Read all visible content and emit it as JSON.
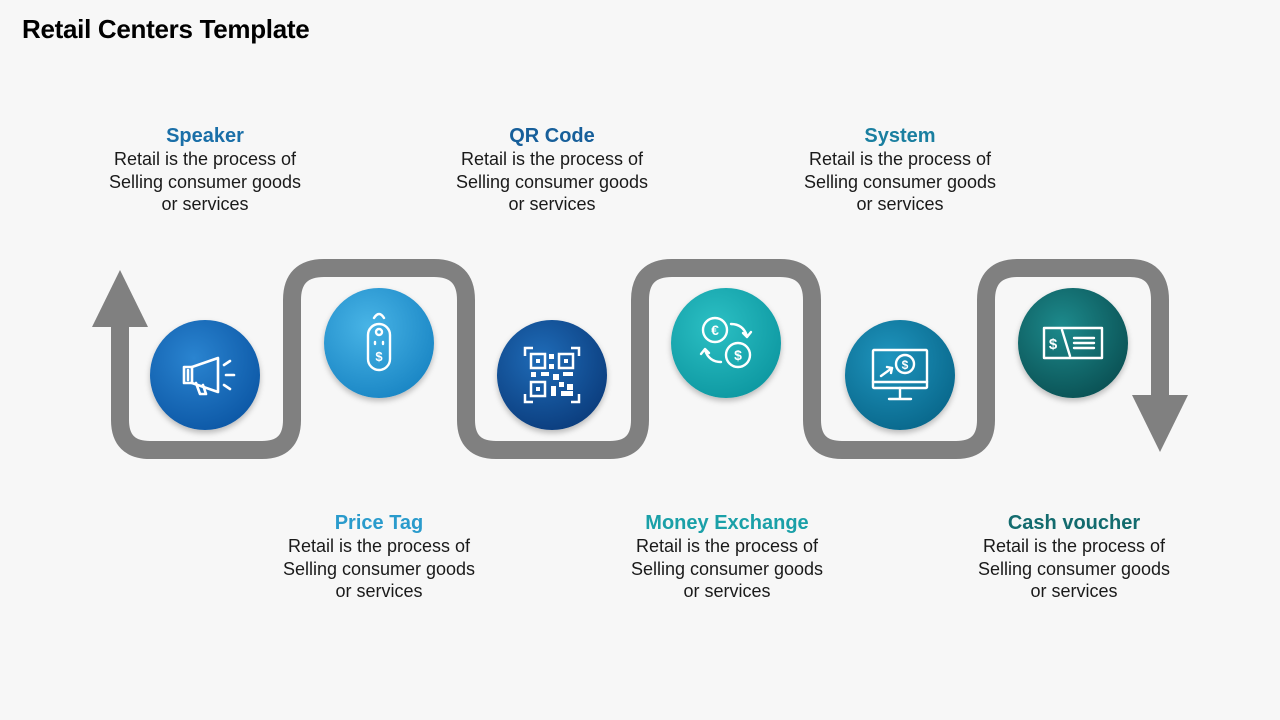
{
  "title": "Retail Centers Template",
  "steps": [
    {
      "title": "Speaker",
      "desc": "Retail is the process of Selling consumer goods or services",
      "color": "#1a6fa8",
      "icon": "megaphone-icon"
    },
    {
      "title": "Price Tag",
      "desc": "Retail is the process of Selling consumer goods or services",
      "color": "#2a9bcc",
      "icon": "price-tag-icon"
    },
    {
      "title": "QR Code",
      "desc": "Retail is the process of Selling consumer goods or services",
      "color": "#175f9a",
      "icon": "qr-code-icon"
    },
    {
      "title": "Money Exchange",
      "desc": "Retail is the process of Selling consumer goods or services",
      "color": "#1aa0a8",
      "icon": "money-exchange-icon"
    },
    {
      "title": "System",
      "desc": "Retail is the process of Selling consumer goods or services",
      "color": "#1a7fa0",
      "icon": "computer-dollar-icon"
    },
    {
      "title": "Cash voucher",
      "desc": "Retail is the process of Selling consumer goods or services",
      "color": "#136b6e",
      "icon": "cash-voucher-icon"
    }
  ],
  "colors": {
    "path": "#808080"
  }
}
